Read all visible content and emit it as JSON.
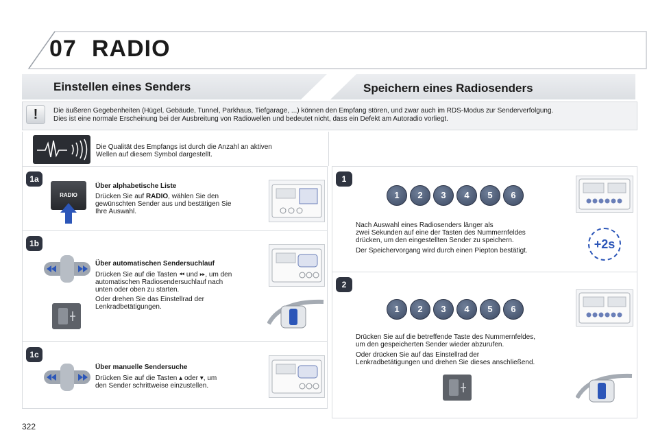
{
  "chapter": {
    "number": "07",
    "title": "RADIO"
  },
  "left_section": {
    "title": "Einstellen eines Senders"
  },
  "right_section": {
    "title": "Speichern eines Radiosenders"
  },
  "warning": {
    "icon": "exclamation-icon",
    "line1": "Die äußeren Gegebenheiten (Hügel, Gebäude, Tunnel, Parkhaus, Tiefgarage, ...) können den Empfang stören, und zwar auch im RDS-Modus zur Senderverfolgung.",
    "line2": "Dies ist eine normale Erscheinung bei der Ausbreitung von Radiowellen und bedeutet nicht, dass ein Defekt am Autoradio vorliegt."
  },
  "signal": {
    "icon": "signal-waves-icon",
    "line1": "Die Qualität des Empfangs ist durch die Anzahl an aktiven",
    "line2": "Wellen auf diesem Symbol dargestellt."
  },
  "step_1a": {
    "badge": "1a",
    "title": "Über alphabetische Liste",
    "p1_pre": "Drücken Sie auf ",
    "p1_bold": "RADIO",
    "p1_post": ", wählen Sie den",
    "p1_l2": "gewünschten Sender aus und bestätigen Sie",
    "p1_l3": "Ihre Auswahl.",
    "button_label": "RADIO"
  },
  "step_1b": {
    "badge": "1b",
    "title": "Über automatischen Sendersuchlauf",
    "p1_pre": "Drücken Sie auf die Tasten",
    "p1_mid": "und",
    "p1_post": ", um den",
    "p1_l2": "automatischen Radiosendersuchlauf nach",
    "p1_l3": "unten oder oben zu starten.",
    "p2_l1": "Oder drehen Sie das Einstellrad der",
    "p2_l2": "Lenkradbetätigungen."
  },
  "step_1c": {
    "badge": "1c",
    "title": "Über manuelle Sendersuche",
    "p1_pre": "Drücken Sie auf die Tasten",
    "p1_mid": "oder",
    "p1_post": ", um",
    "p1_l2": "den Sender schrittweise einzustellen."
  },
  "step_1": {
    "badge": "1",
    "buttons": [
      "1",
      "2",
      "3",
      "4",
      "5",
      "6"
    ],
    "p1_l1": "Nach Auswahl eines Radiosenders länger als",
    "p1_l2": "zwei Sekunden auf eine der Tasten des Nummernfeldes",
    "p1_l3": "drücken, um den eingestellten Sender zu speichern.",
    "p2": "Der Speichervorgang wird durch einen Piepton bestätigt.",
    "hold_label": "+2s"
  },
  "step_2": {
    "badge": "2",
    "buttons": [
      "1",
      "2",
      "3",
      "4",
      "5",
      "6"
    ],
    "p1_l1": "Drücken Sie auf die betreffende Taste des Nummernfeldes,",
    "p1_l2": "um den gespeicherten Sender wieder abzurufen.",
    "p2_l1": "Oder drücken Sie auf das Einstellrad der",
    "p2_l2": "Lenkradbetätigungen und drehen Sie dieses anschließend."
  },
  "page_number": "322",
  "colors": {
    "badge": "#2f3440",
    "number_button": "#4b5873",
    "arrow": "#2c56b8"
  }
}
